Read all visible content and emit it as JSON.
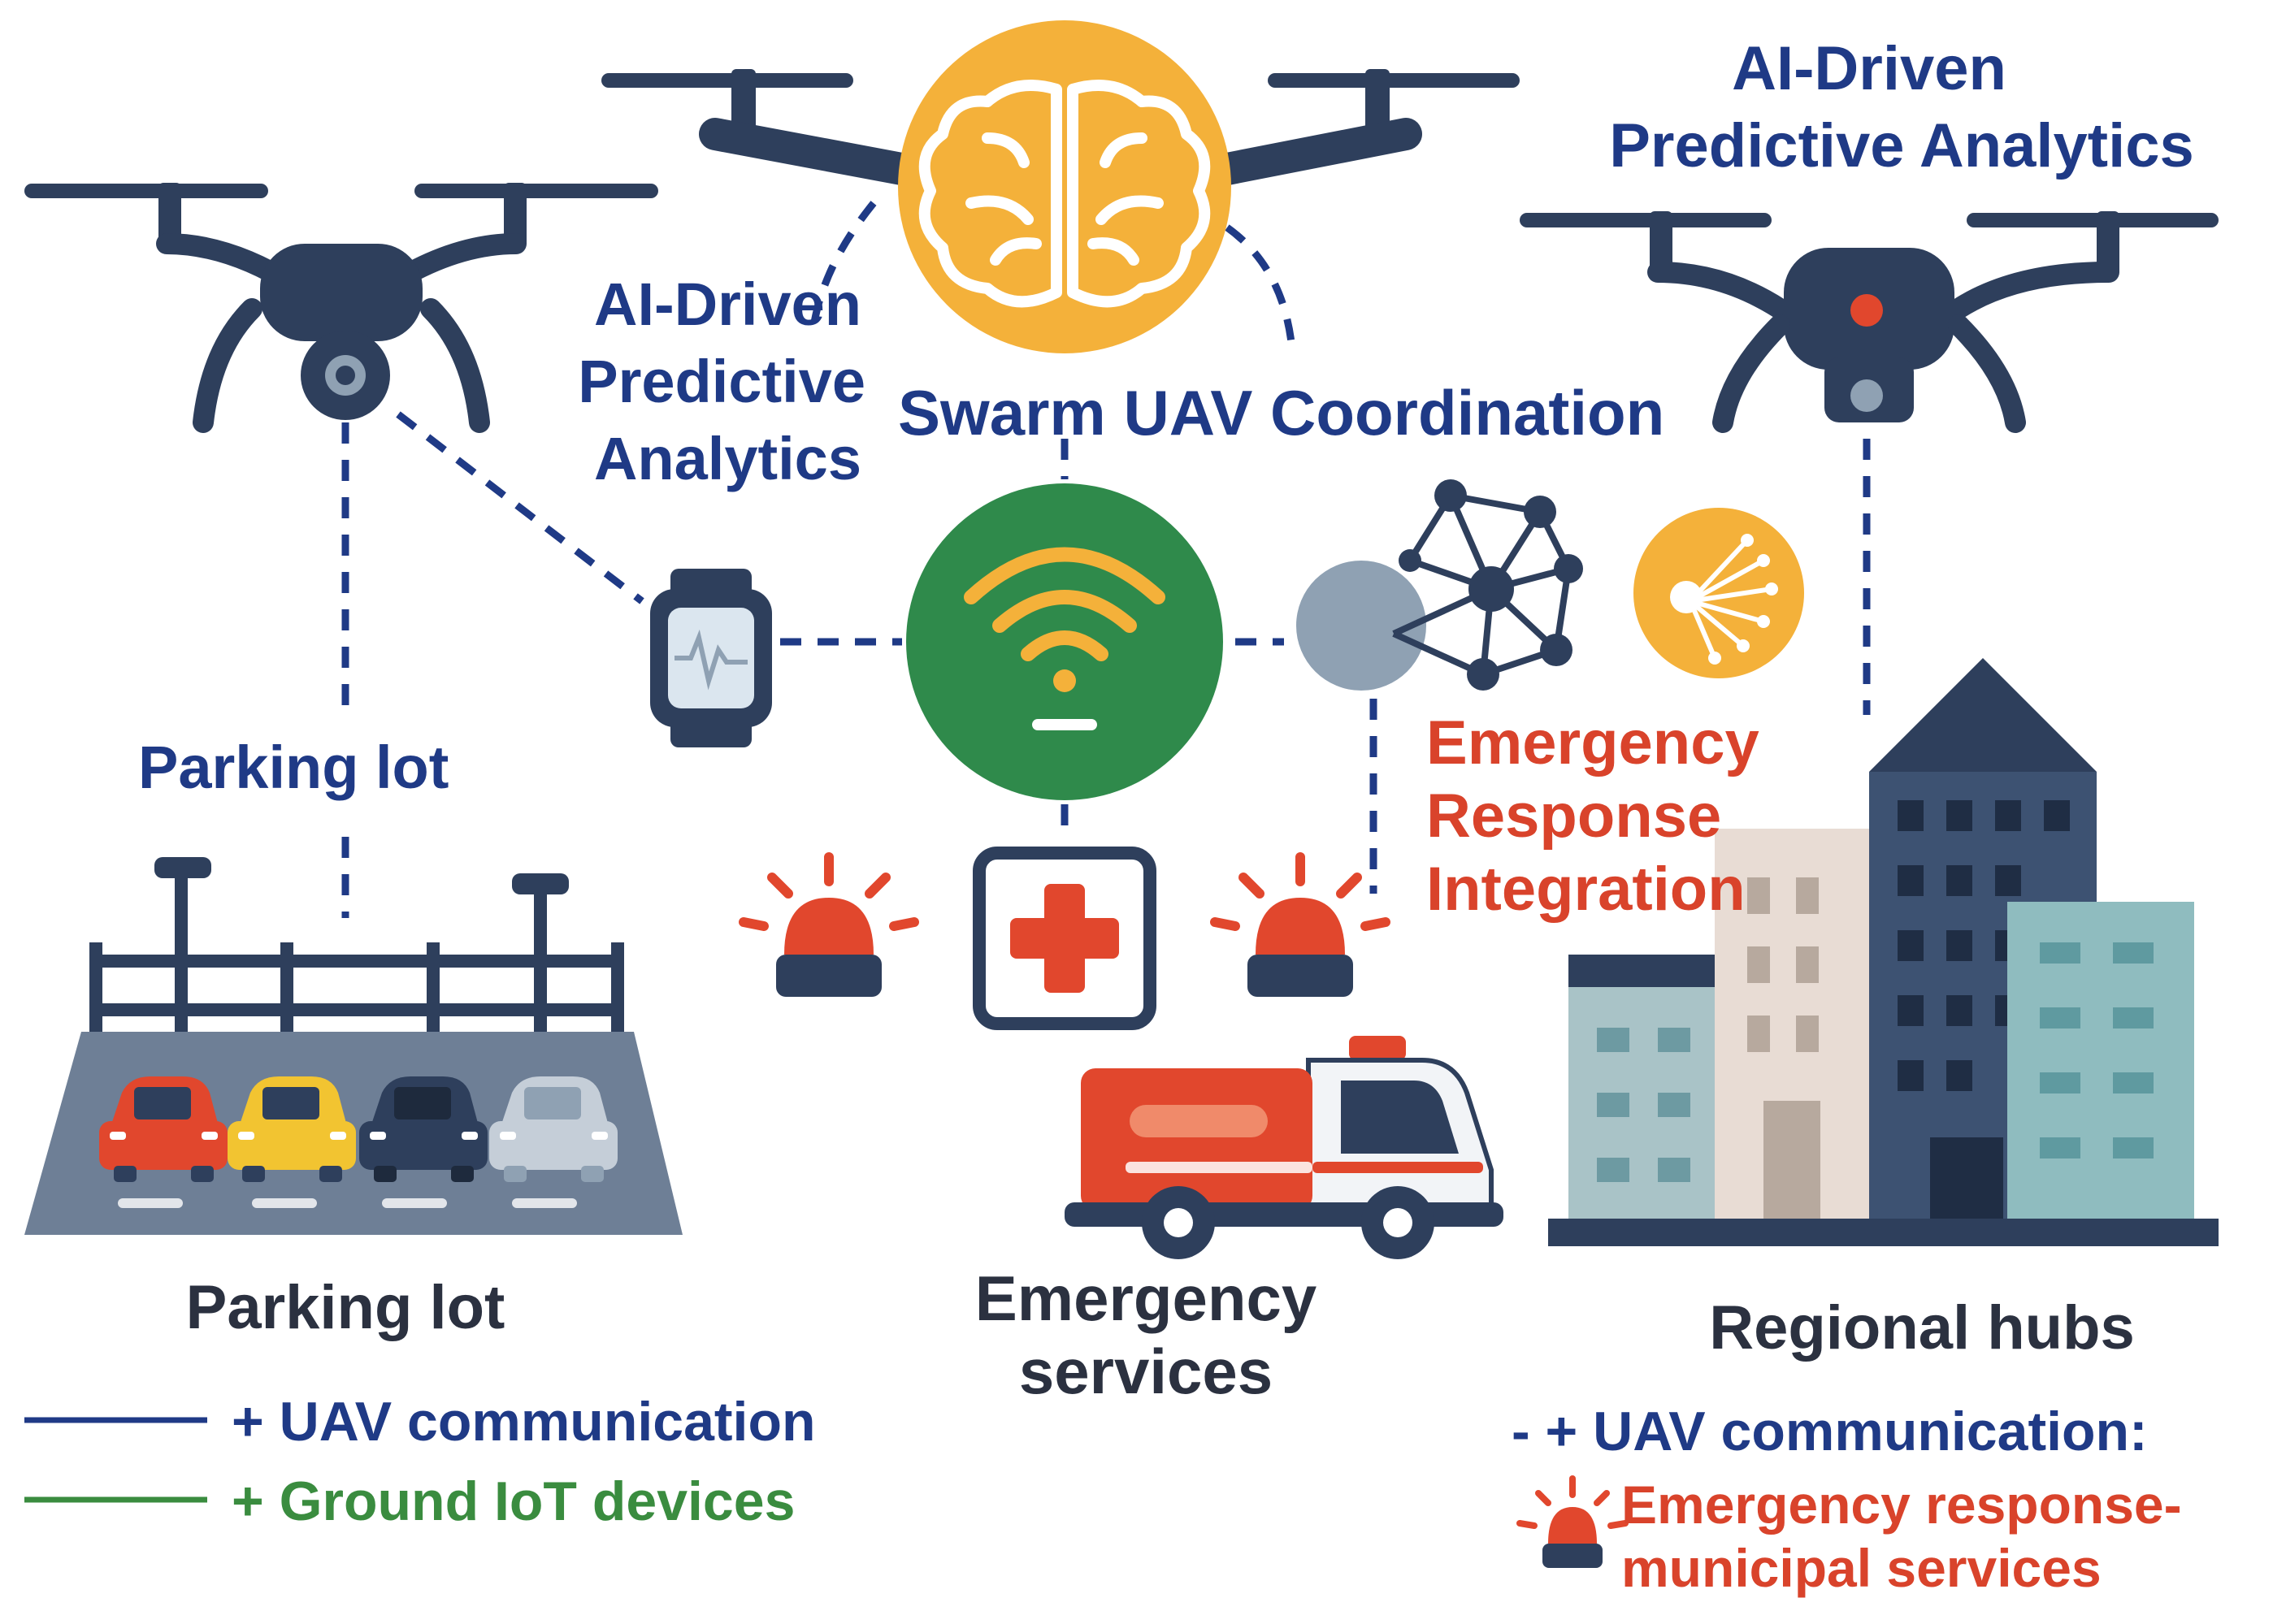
{
  "labels": {
    "ai_top_right_1": "AI-Driven",
    "ai_top_right_2": "Predictive Analytics",
    "ai_left_1": "AI-Driven",
    "ai_left_2": "Predictive",
    "ai_left_3": "Analytics",
    "swarm": "Swarm UAV Coordination",
    "parking_upper": "Parking lot",
    "emergency_resp_1": "Emergency",
    "emergency_resp_2": "Response",
    "emergency_resp_3": "Integration",
    "parking_lower": "Parking lot",
    "emergency_services_1": "Emergency",
    "emergency_services_2": "services",
    "regional_hubs": "Regional hubs"
  },
  "legend_left": [
    {
      "text": "+ UAV communication",
      "color": "#1f3a86"
    },
    {
      "text": "+ Ground IoT devices",
      "color": "#3a8c3f"
    }
  ],
  "legend_right": {
    "line1": "- + UAV communication:",
    "line2": "Emergency response-",
    "line3": "municipal services"
  },
  "colors": {
    "navy": "#2e3f5c",
    "blue_text": "#1f3a86",
    "orange": "#f4b13a",
    "green_hub": "#2f8a4b",
    "red": "#e1472d",
    "grey_node": "#8fa1b3"
  },
  "icons": [
    "drone-icon",
    "brain-icon",
    "smartwatch-icon",
    "wifi-icon",
    "medical-cross-icon",
    "alarm-light-icon",
    "network-graph-icon",
    "sensor-hub-icon",
    "parking-lot-icon",
    "ambulance-icon",
    "city-buildings-icon"
  ]
}
